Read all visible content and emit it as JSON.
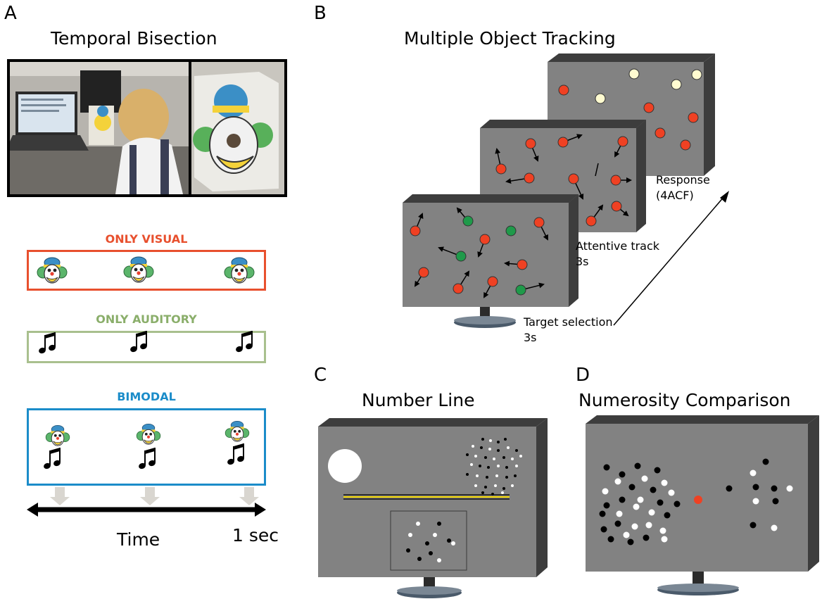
{
  "panels": {
    "a": {
      "letter": "A",
      "title": "Temporal Bisection",
      "conditions": [
        {
          "label": "ONLY VISUAL",
          "color": "#e8502e"
        },
        {
          "label": "ONLY AUDITORY",
          "color": "#8aae6a"
        },
        {
          "label": "BIMODAL",
          "color": "#1b8cc9"
        }
      ],
      "time_label": "Time",
      "end_label": "1 sec"
    },
    "b": {
      "letter": "B",
      "title": "Multiple Object Tracking",
      "stages": [
        {
          "line1": "Response",
          "line2": "(4ACF)"
        },
        {
          "line1": "Attentive track",
          "line2": "3s"
        },
        {
          "line1": "Target selection",
          "line2": "3s"
        }
      ]
    },
    "c": {
      "letter": "C",
      "title": "Number Line"
    },
    "d": {
      "letter": "D",
      "title": "Numerosity Comparison"
    }
  },
  "colors": {
    "screen_gray": "#828282",
    "screen_dark": "#3d3d3d",
    "target_red": "#ef4123",
    "target_green": "#1f9a4a",
    "response_yellow": "#fffbd0"
  },
  "icons": [
    "clown-icon",
    "music-note-icon",
    "photo-laptop-scene",
    "photo-clown-box"
  ]
}
